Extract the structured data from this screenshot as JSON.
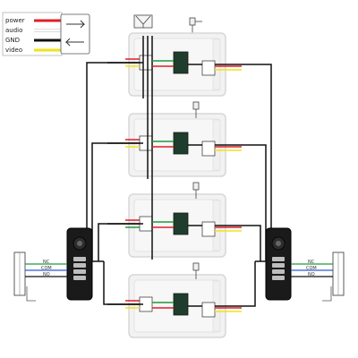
{
  "legend": {
    "rows": [
      {
        "label": "power",
        "color": "#e01f26"
      },
      {
        "label": "audio",
        "color": "#ffffff"
      },
      {
        "label": "GND",
        "color": "#111111"
      },
      {
        "label": "video",
        "color": "#f2e21a"
      }
    ]
  },
  "relay_left": {
    "nc": "NC",
    "com": "COM",
    "no": "NO"
  },
  "relay_right": {
    "nc": "NC",
    "com": "COM",
    "no": "NO"
  },
  "colors": {
    "wire_black": "#111111",
    "wire_red": "#e01f26",
    "wire_yellow": "#f2e21a",
    "wire_green": "#1f9a3a",
    "wire_blue": "#2a5bd7",
    "panel_bg": "#1a1a1a",
    "monitor_bg": "#f2f2f2",
    "monitor_edge": "#d7d7d7"
  },
  "icons": {
    "legend_arrow": "double-arrow-icon",
    "door_lock": "door-lock-icon",
    "power_adapter": "power-adapter-icon",
    "outdoor_panel": "door-station-icon",
    "indoor_monitor": "video-monitor-icon"
  }
}
